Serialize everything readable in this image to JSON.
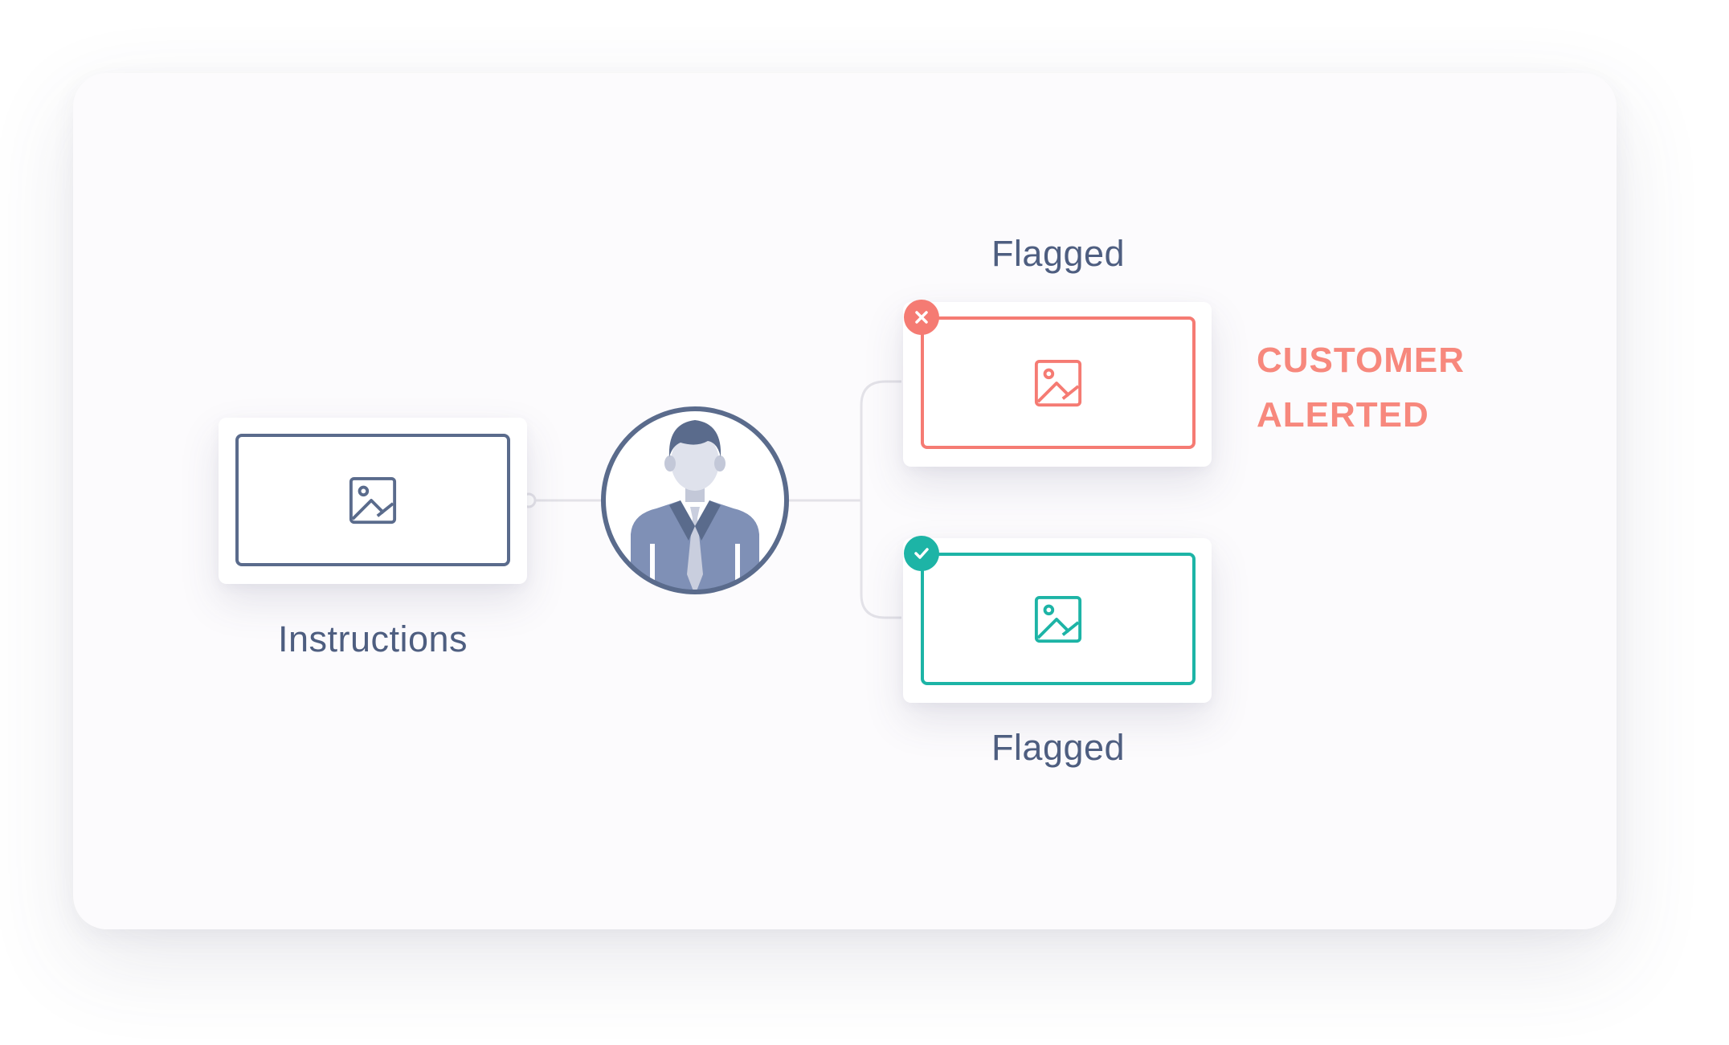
{
  "diagram": {
    "input": {
      "label": "Instructions",
      "icon": "image-icon"
    },
    "reviewer": {
      "icon": "person-avatar"
    },
    "outputs": [
      {
        "label": "Flagged",
        "status": "rejected",
        "status_icon": "close-icon",
        "icon": "image-icon",
        "color": "#f57b73"
      },
      {
        "label": "Flagged",
        "status": "approved",
        "status_icon": "check-icon",
        "icon": "image-icon",
        "color": "#1db4a6"
      }
    ],
    "alert": {
      "line1": "CUSTOMER",
      "line2": "ALERTED",
      "color": "#f7887d"
    }
  },
  "colors": {
    "neutral": "#5a6b8c",
    "text": "#4e5e80",
    "connector": "#e3e2e8"
  }
}
